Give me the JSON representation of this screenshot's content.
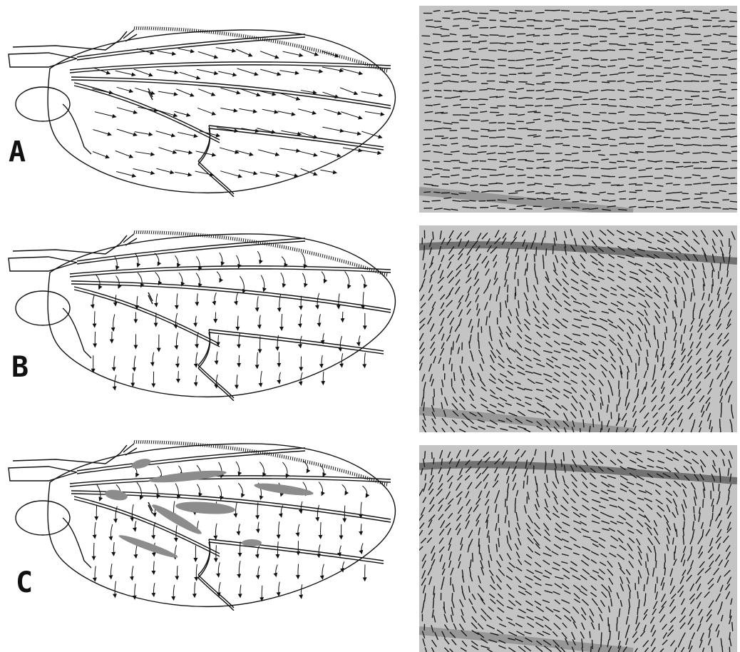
{
  "figure": {
    "panels": [
      {
        "label": "A",
        "hair_pattern": "aligned-distal"
      },
      {
        "label": "B",
        "hair_pattern": "swirled-posterior"
      },
      {
        "label": "C",
        "hair_pattern": "swirled-with-shaded-patches"
      }
    ]
  },
  "colors": {
    "line": "#111111",
    "shaded_patch": "#8c8c8c",
    "micrograph_bg": "#c4c4c4",
    "micrograph_hair": "#1a1a1a"
  }
}
